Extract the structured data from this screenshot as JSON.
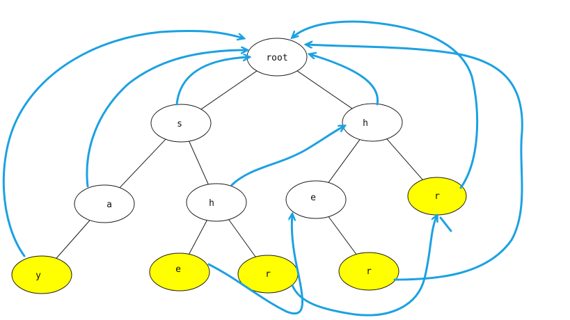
{
  "colors": {
    "node_fill": "#ffffff",
    "terminal_fill": "#ffff00",
    "outline": "#1a1a1a",
    "failure_link": "#1ba1e2"
  },
  "nodes": {
    "root": {
      "label": "root",
      "terminal": false
    },
    "s": {
      "label": "s",
      "terminal": false
    },
    "h1": {
      "label": "h",
      "terminal": false
    },
    "a": {
      "label": "a",
      "terminal": false
    },
    "h2": {
      "label": "h",
      "terminal": false
    },
    "e1": {
      "label": "e",
      "terminal": false
    },
    "r1": {
      "label": "r",
      "terminal": true
    },
    "y": {
      "label": "y",
      "terminal": true
    },
    "e2": {
      "label": "e",
      "terminal": true
    },
    "r2": {
      "label": "r",
      "terminal": true
    },
    "r3": {
      "label": "r",
      "terminal": true
    }
  },
  "edges": [
    [
      "root",
      "s"
    ],
    [
      "root",
      "h1"
    ],
    [
      "s",
      "a"
    ],
    [
      "s",
      "h2"
    ],
    [
      "h1",
      "e1"
    ],
    [
      "h1",
      "r1"
    ],
    [
      "a",
      "y"
    ],
    [
      "h2",
      "e2"
    ],
    [
      "h2",
      "r2"
    ],
    [
      "e1",
      "r3"
    ]
  ],
  "failure_links": [
    {
      "from": "y",
      "to": "root"
    },
    {
      "from": "a",
      "to": "root"
    },
    {
      "from": "s",
      "to": "root"
    },
    {
      "from": "h1",
      "to": "root"
    },
    {
      "from": "r1",
      "to": "root"
    },
    {
      "from": "r3",
      "to": "root"
    },
    {
      "from": "h2",
      "to": "h1"
    },
    {
      "from": "e2",
      "to": "e1"
    },
    {
      "from": "r2",
      "to": "r1"
    }
  ]
}
